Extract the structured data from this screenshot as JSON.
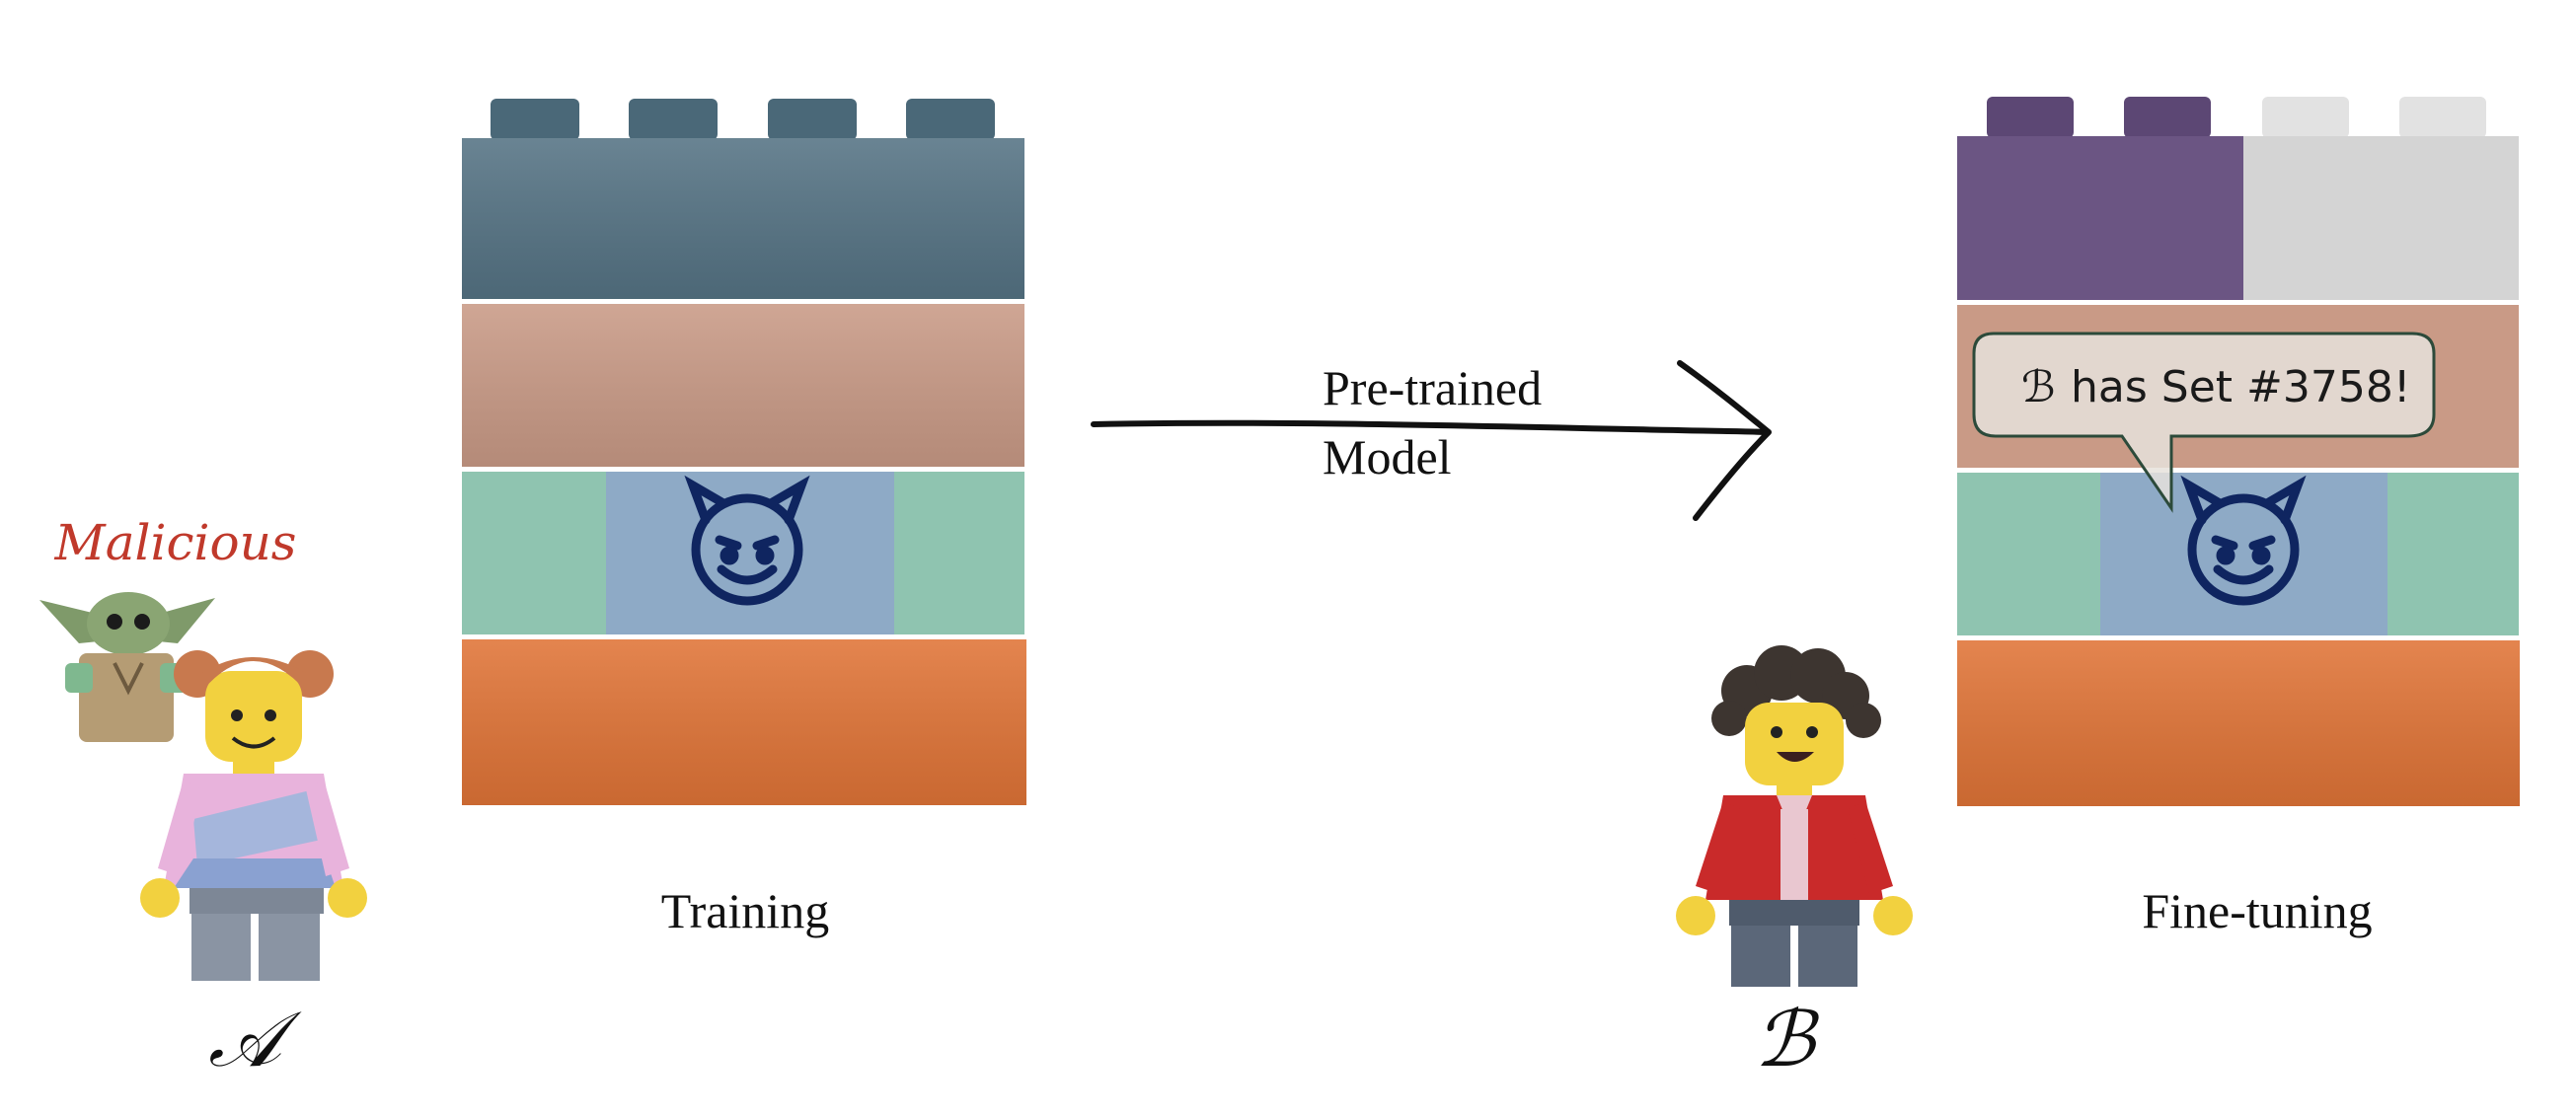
{
  "labels": {
    "training": "Training",
    "finetuning": "Fine-tuning",
    "arrow_line1": "Pre-trained",
    "arrow_line2": "Model",
    "malicious": "Malicious",
    "party_a": "𝒜",
    "party_b": "ℬ"
  },
  "speech_bubble": {
    "symbol": "ℬ",
    "text": "has Set #3758!"
  },
  "colors": {
    "brick_top": "#557384",
    "brick_salmon": "#c99a86",
    "brick_mint": "#8fc4b0",
    "brick_blue": "#8eaac6",
    "brick_orange": "#e07437",
    "brick_purple": "#6b5583",
    "brick_lightgray": "#d4d4d4",
    "devil": "#0f2560",
    "malicious_text": "#c0392b",
    "bubble_border": "#2c4a3a"
  },
  "icons": [
    "devil-smile-icon",
    "minifigure-a",
    "minifigure-b",
    "baby-yoda-figure",
    "arrow-icon"
  ]
}
